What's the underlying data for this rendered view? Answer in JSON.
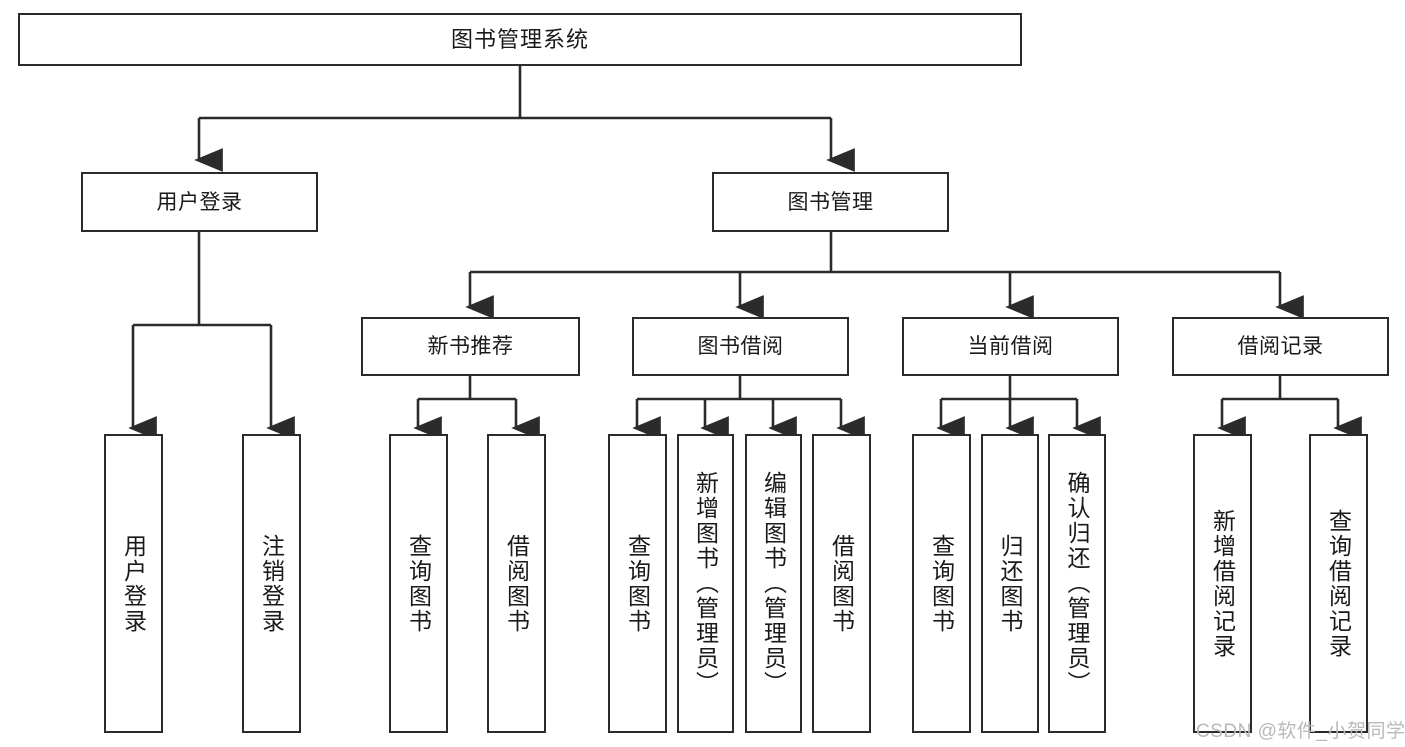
{
  "diagram": {
    "type": "tree-hierarchy-chart",
    "title": "图书管理系统",
    "stroke_color": "#2b2b2b",
    "background_color": "#ffffff",
    "root": {
      "label": "图书管理系统"
    },
    "level2": [
      {
        "label": "用户登录"
      },
      {
        "label": "图书管理"
      }
    ],
    "level3": [
      {
        "label": "新书推荐"
      },
      {
        "label": "图书借阅"
      },
      {
        "label": "当前借阅"
      },
      {
        "label": "借阅记录"
      }
    ],
    "leaves": {
      "user_login": [
        {
          "label": "用户登录"
        },
        {
          "label": "注销登录"
        }
      ],
      "new_book_recommend": [
        {
          "label": "查询图书"
        },
        {
          "label": "借阅图书"
        }
      ],
      "book_borrow": [
        {
          "label": "查询图书"
        },
        {
          "label": "新增图书（管理员）"
        },
        {
          "label": "编辑图书（管理员）"
        },
        {
          "label": "借阅图书"
        }
      ],
      "current_borrow": [
        {
          "label": "查询图书"
        },
        {
          "label": "归还图书"
        },
        {
          "label": "确认归还（管理员）"
        }
      ],
      "borrow_record": [
        {
          "label": "新增借阅记录"
        },
        {
          "label": "查询借阅记录"
        }
      ]
    }
  },
  "watermark": {
    "text": "CSDN @软件_小贺同学"
  }
}
